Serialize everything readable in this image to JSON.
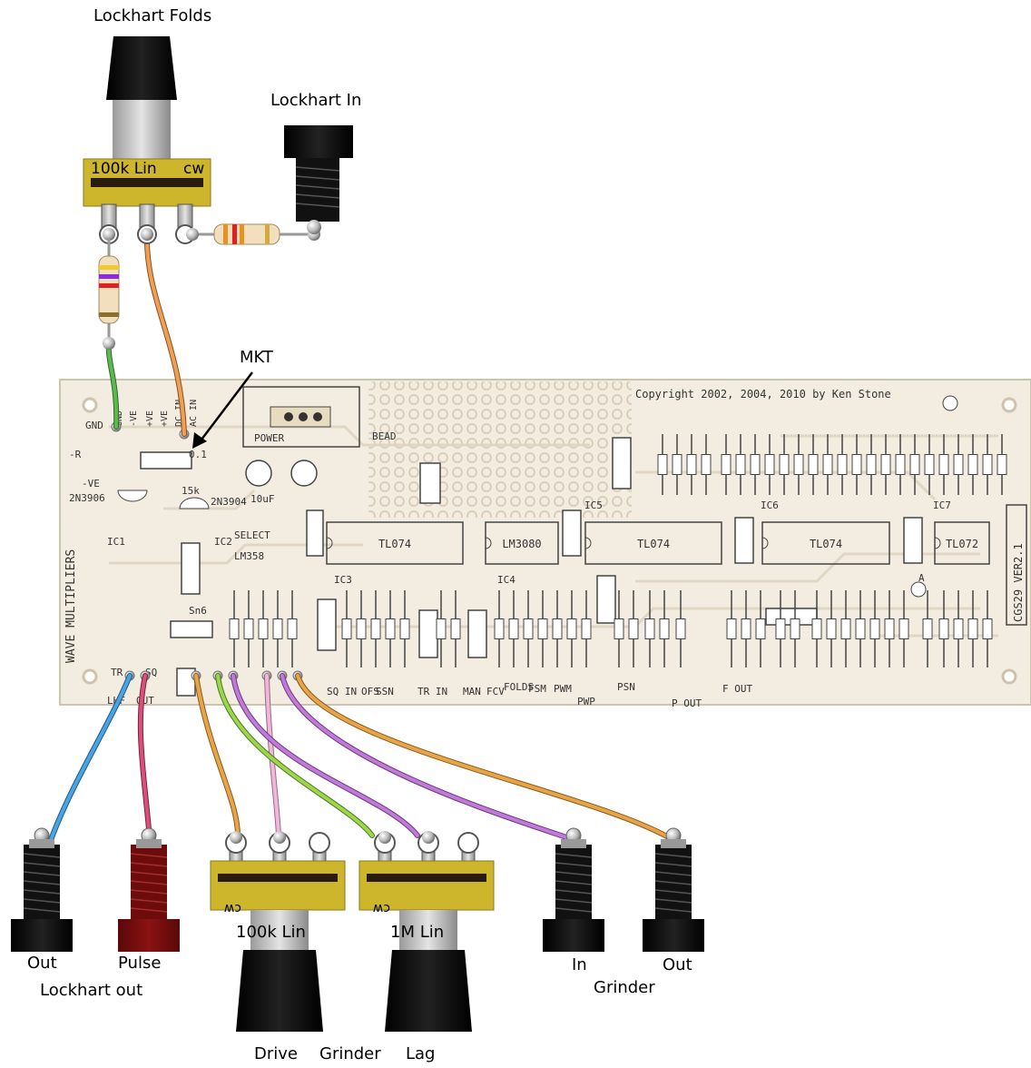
{
  "labels": {
    "lockhart_folds": "Lockhart Folds",
    "lockhart_in": "Lockhart In",
    "mkt": "MKT",
    "pot_top": "100k Lin",
    "pot_top_cw": "cw",
    "out_left": "Out",
    "pulse": "Pulse",
    "lockhart_out": "Lockhart out",
    "pot_drive_value": "100k Lin",
    "pot_lag_value": "1M Lin",
    "pot_cw": "cw",
    "in_right": "In",
    "out_right": "Out",
    "grinder_right": "Grinder",
    "drive": "Drive",
    "grinder_bottom": "Grinder",
    "lag": "Lag"
  },
  "pcb": {
    "copyright": "Copyright 2002, 2004, 2010 by Ken Stone",
    "title": "WAVE MULTIPLIERS",
    "version": "CGS29 VER2.1",
    "chips": [
      "TL074",
      "LM3080",
      "TL074",
      "TL074",
      "TL072"
    ],
    "chip_labels": [
      "IC3",
      "IC4",
      "IC5",
      "IC6",
      "IC7",
      "IC2",
      "IC1"
    ],
    "pads_bottom_left": [
      "TR",
      "SQ",
      "LHF",
      "OUT"
    ],
    "pads_top_left": [
      "GND",
      "-VE",
      "+VE",
      "+VE",
      "DC IN",
      "AC IN"
    ],
    "labels_misc": [
      "GND",
      "-R",
      "-VE",
      "2N3906",
      "2N3904",
      "SELECT",
      "LM358",
      "POWER",
      "BEAD",
      "10uF",
      "15k",
      "0.1",
      "Sn6",
      "P OUT",
      "F OUT",
      "PWP",
      "FOLDS",
      "FSM",
      "PWM",
      "PSN",
      "SQ IN",
      "TR IN",
      "OFS",
      "SSN",
      "MAN",
      "FCV",
      "A"
    ]
  },
  "colors": {
    "board": "#f3ece0",
    "trace": "#dcd2c2",
    "pot_body": "#cdb62b",
    "jack_black": "#111111",
    "jack_red": "#7a0d0d",
    "wire_blue": "#4aa3e3",
    "wire_pink": "#d9507a",
    "wire_orange": "#e7a54a",
    "wire_purple": "#c27ad8",
    "wire_green": "#9dd64a",
    "wire_lightpink": "#f0b7d7",
    "wire_greenlead": "#5db84e",
    "wire_orange_top": "#f0a056"
  }
}
